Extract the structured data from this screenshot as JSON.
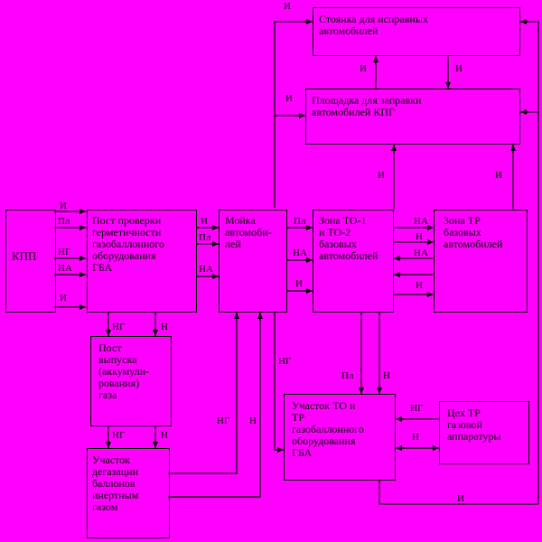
{
  "nodes": {
    "kpp": "КПП",
    "post_check": "Пост проверки\nгерметичности\nгазобаллонного\nоборудования\nГБА",
    "wash": "Мойка\nавтомоби-\nлей",
    "zone_to": "Зона ТО-1\nи ТО-2\nбазовых\nавтомобилей",
    "zone_tr": "Зона ТР\nбазовых\nавтомобилей",
    "parking": "Стоянка для исправных\nавтомобилей",
    "refuel": "Площадка для заправки\nавтомобилей КПГ",
    "gas_release": "Пост\nвыпуска\n(аккумули-\nрования)\nгаза",
    "degas": "Участок\nдегазации\nбаллонов\nинертным\nгазом",
    "gba_area": "Участок ТО и\nТР\nгазобаллонного\nоборудования\nГБА",
    "tr_shop": "Цех ТР\nгазовой\nаппаратуры"
  },
  "edge_labels": {
    "I": "И",
    "Pl": "Пл",
    "NG": "НГ",
    "NA": "НА",
    "N": "Н"
  }
}
